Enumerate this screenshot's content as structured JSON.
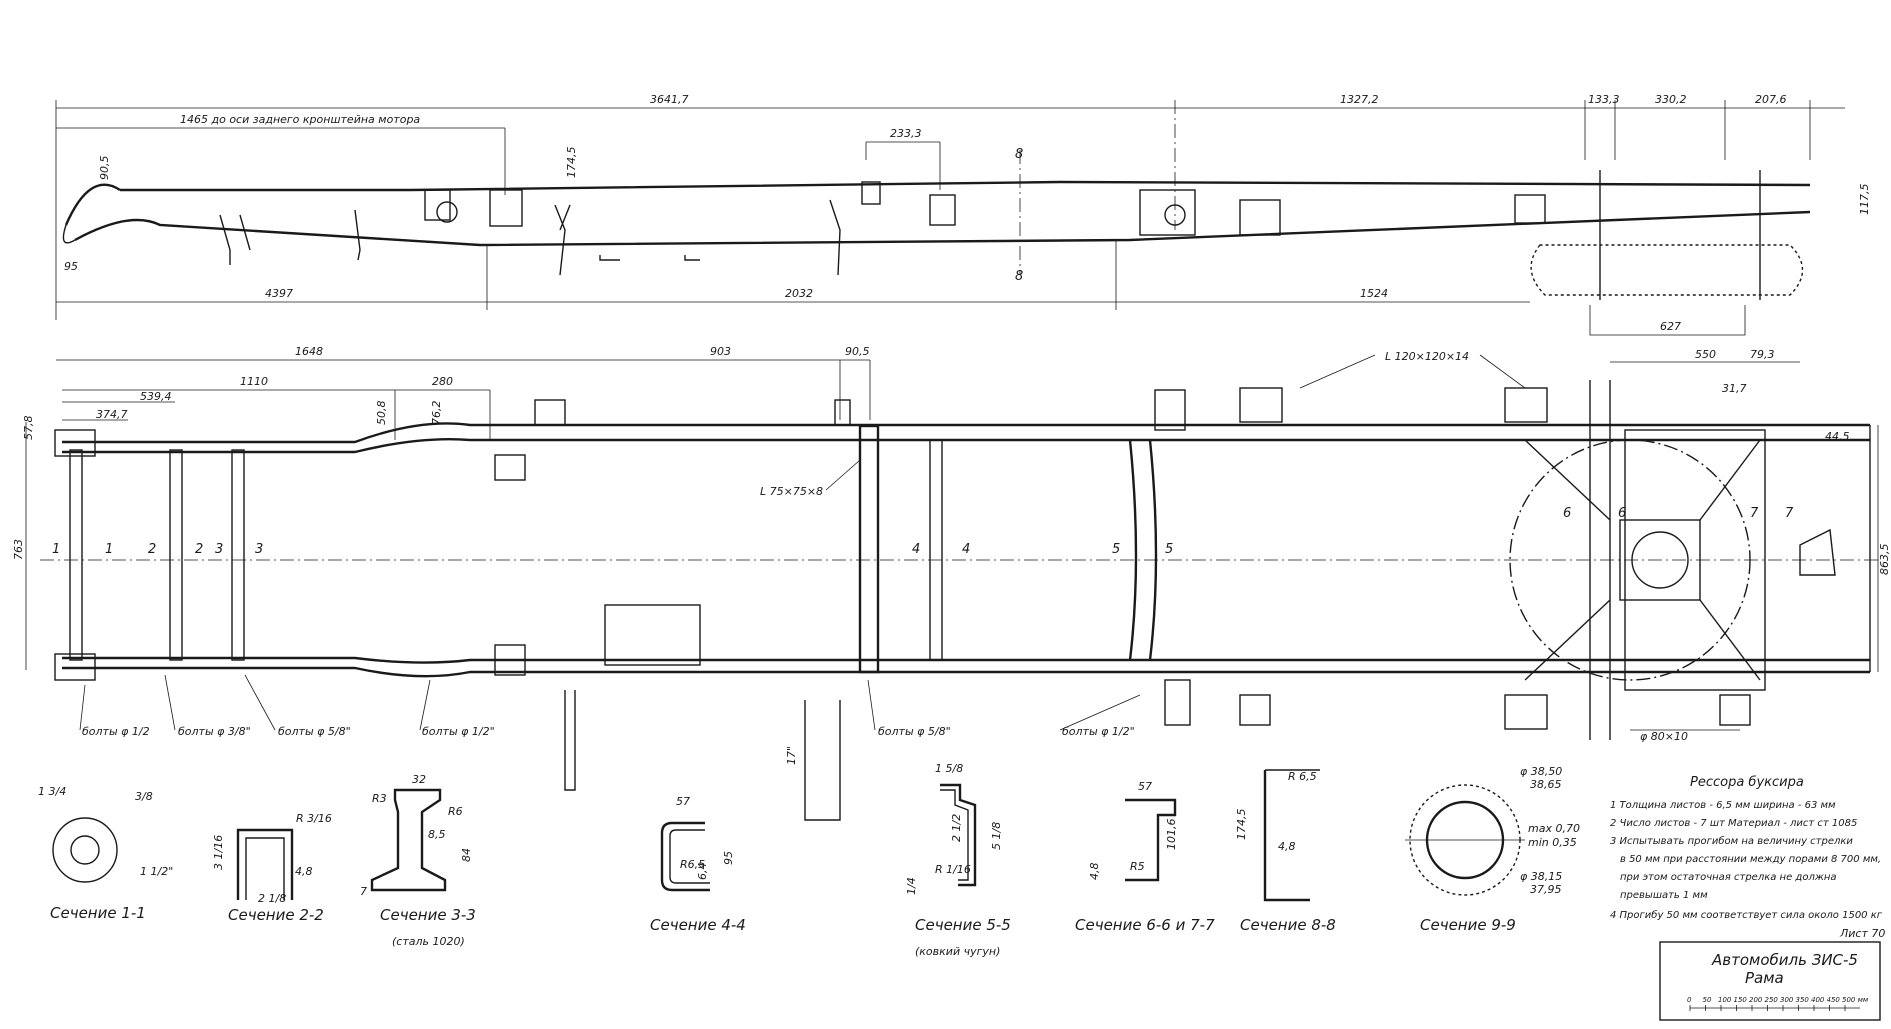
{
  "side_view": {
    "dim_total_front": "3641,7",
    "dim_rear_1": "1327,2",
    "dim_rear_2": "133,3",
    "dim_rear_3": "330,2",
    "dim_rear_4": "207,6",
    "note_motor": "1465 до оси заднего кронштейна мотора",
    "dim_90_5": "90,5",
    "dim_174_5": "174,5",
    "dim_233_3": "233,3",
    "dim_95": "95",
    "dim_117_5": "117,5",
    "dim_4397": "4397",
    "dim_2032": "2032",
    "dim_1524": "1524",
    "dim_627": "627",
    "section_8": "8"
  },
  "plan_view": {
    "dim_1648": "1648",
    "dim_903": "903",
    "dim_90_5": "90,5",
    "dim_1110": "1110",
    "dim_539_4": "539,4",
    "dim_374_7": "374,7",
    "dim_280": "280",
    "dim_50_8": "50,8",
    "dim_76_2": "76,2",
    "dim_57_8": "57,8",
    "dim_763": "763",
    "dim_863_5": "863,5",
    "dim_550": "550",
    "dim_79_3": "79,3",
    "dim_31_7": "31,7",
    "dim_44_5": "44,5",
    "dim_17": "17\"",
    "angle_120": "L 120×120×14",
    "angle_75": "L 75×75×8",
    "sec_1": "1",
    "sec_2": "2",
    "sec_3": "3",
    "sec_4": "4",
    "sec_5": "5",
    "sec_6": "6",
    "sec_7": "7",
    "bolts_1": "болты φ 1/2",
    "bolts_2": "болты φ 3/8\"",
    "bolts_3": "болты φ 5/8\"",
    "bolts_4": "болты φ 1/2\"",
    "bolts_5": "болты φ 5/8\"",
    "bolts_6": "болты φ 1/2\"",
    "pin": "φ 80×10"
  },
  "sections": [
    {
      "caption": "Сечение 1-1",
      "sub": "",
      "d1": "1 3/4",
      "d2": "3/8",
      "d3": "1 1/2\""
    },
    {
      "caption": "Сечение 2-2",
      "sub": "",
      "d1": "3 1/16",
      "d2": "R 3/16",
      "d3": "2 1/8",
      "d4": "4,8"
    },
    {
      "caption": "Сечение 3-3",
      "sub": "(сталь 1020)",
      "d1": "32",
      "d2": "R3",
      "d3": "R6",
      "d4": "8,5",
      "d5": "84",
      "d6": "7"
    },
    {
      "caption": "Сечение 4-4",
      "sub": "",
      "d1": "57",
      "d2": "R6,5",
      "d3": "6,4",
      "d4": "95"
    },
    {
      "caption": "Сечение 5-5",
      "sub": "(ковкий чугун)",
      "d1": "1 5/8",
      "d2": "2 1/2",
      "d3": "5 1/8",
      "d4": "R 1/16",
      "d5": "1/4"
    },
    {
      "caption": "Сечение 6-6 и 7-7",
      "sub": "",
      "d1": "57",
      "d2": "R5",
      "d3": "101,6",
      "d4": "4,8"
    },
    {
      "caption": "Сечение 8-8",
      "sub": "",
      "d1": "R 6,5",
      "d2": "174,5",
      "d3": "4,8"
    },
    {
      "caption": "Сечение 9-9",
      "sub": "",
      "d1": "φ 38,50",
      "d2": "38,65",
      "d3": "max 0,70",
      "d4": "min 0,35",
      "d5": "φ 38,15",
      "d6": "37,95"
    }
  ],
  "notes": {
    "title": "Рессора буксира",
    "items": [
      "1  Толщина листов - 6,5 мм  ширина - 63 мм",
      "2  Число листов - 7 шт  Материал - лист ст 1085",
      "3  Испытывать прогибом на величину стрелки",
      "в 50 мм при расстоянии между порами 8 700 мм,",
      "при этом остаточная стрелка не должна",
      "превышать 1 мм",
      "4  Прогибу 50 мм соответствует сила около 1500 кг"
    ]
  },
  "title_block": {
    "sheet": "Лист 70",
    "line1": "Автомобиль ЗИС-5",
    "line2": "Рама",
    "scale_labels": [
      "0",
      "50",
      "100",
      "150",
      "200",
      "250",
      "300",
      "350",
      "400",
      "450",
      "500 мм"
    ]
  }
}
